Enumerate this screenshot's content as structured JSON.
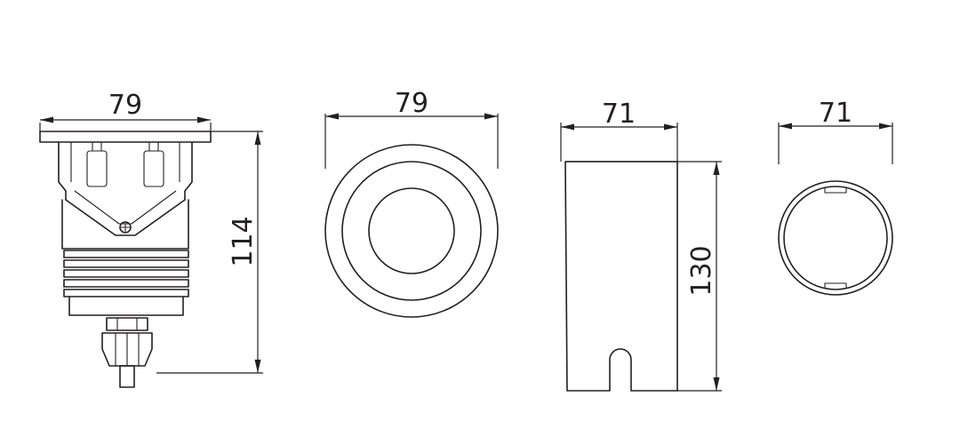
{
  "drawing": {
    "stroke_color": "#231f20",
    "background": "#ffffff",
    "views": {
      "side_view": {
        "width_label": "79",
        "height_label": "114"
      },
      "top_view": {
        "width_label": "79"
      },
      "sleeve_side_view": {
        "width_label": "71",
        "height_label": "130"
      },
      "sleeve_top_view": {
        "width_label": "71"
      }
    }
  }
}
